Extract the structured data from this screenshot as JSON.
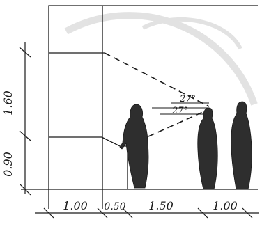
{
  "dimensions": {
    "vertical": [
      "1.60",
      "0.90"
    ],
    "horizontal": [
      "1.00",
      "0.50",
      "1.50",
      "1.00"
    ]
  },
  "angles": [
    "27°",
    "27°"
  ],
  "colors": {
    "ink": "#1a1a1a",
    "figure": "#2e2e2e",
    "watermark": "#d9d9d9"
  }
}
